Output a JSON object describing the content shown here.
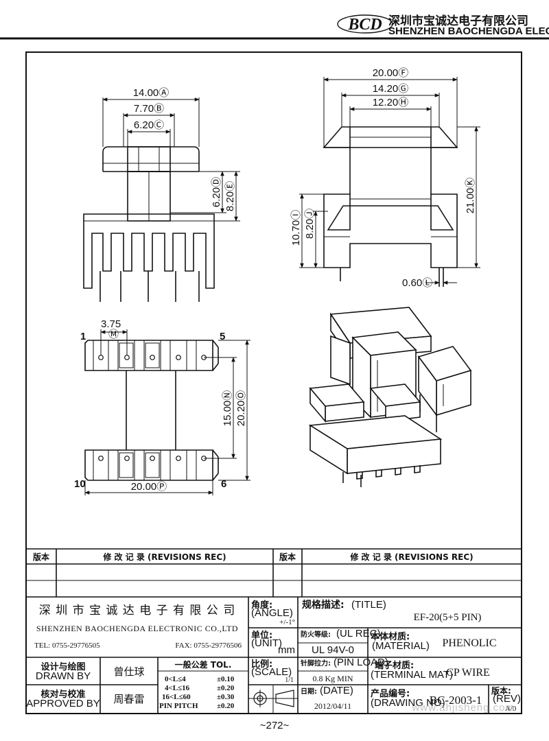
{
  "header": {
    "logo_text": "BCD",
    "company_cn": "深圳市宝诚达电子有限公司",
    "company_en": "SHENZHEN BAOCHENGDA ELECTRONIC.,LTD"
  },
  "dimensions": {
    "a": "14.00Ⓐ",
    "b": "7.70Ⓑ",
    "c": "6.20Ⓒ",
    "d": "6.20Ⓓ",
    "e": "8.20Ⓔ",
    "f": "20.00Ⓕ",
    "g": "14.20Ⓖ",
    "h": "12.20Ⓗ",
    "i": "10.70Ⓘ",
    "j": "8.20Ⓙ",
    "k": "21.00Ⓚ",
    "l": "0.60Ⓛ",
    "m": "3.75",
    "m_mark": "Ⓜ",
    "n": "15.00Ⓝ",
    "o": "20.20Ⓞ",
    "p": "20.00Ⓟ"
  },
  "pins": {
    "p1": "1",
    "p5": "5",
    "p6": "6",
    "p10": "10"
  },
  "title_block": {
    "rev_label": "版本",
    "rev_title": "修 改 记 录 (REVISIONS REC)",
    "company_cn": "深 圳 市 宝 诚 达 电 子 有 限 公 司",
    "company_en": "SHENZHEN BAOCHENGDA ELECTRONIC CO.,LTD",
    "tel": "TEL: 0755-29776505",
    "fax": "FAX: 0755-29776506",
    "angle_label": "角度:",
    "angle_en": "(ANGLE)",
    "angle_value": "+/-1°",
    "unit_label": "单位:",
    "unit_en": "(UNIT)",
    "unit_value": "mm",
    "scale_label": "比例:",
    "scale_en": "(SCALE)",
    "scale_value": "1/1",
    "title_label": "规格描述:",
    "title_en": "(TITLE)",
    "title_value": "EF-20(5+5 PIN)",
    "ul_label": "防火等级:",
    "ul_en": "(UL REC)",
    "ul_value": "UL 94V-0",
    "material_label": "本体材质:",
    "material_en": "(MATERIAL)",
    "material_value": "PHENOLIC",
    "pin_load_label": "针脚拉力:",
    "pin_load_en": "(PIN LOAD)",
    "pin_load_value": "0.8 Kg MIN",
    "terminal_label": "端子材质:",
    "terminal_en": "(TERMINAL MAT)",
    "terminal_value": "CP WIRE",
    "date_label": "日期:",
    "date_en": "(DATE)",
    "date_value": "2012/04/11",
    "drawing_no_label": "产品编号:",
    "drawing_no_en": "(DRAWING NO)",
    "drawing_no_value": "BC-2003-1",
    "rev_no_label": "版本:",
    "rev_no_en": "(REV)",
    "rev_no_value": "A/0",
    "drawn_label": "设计与绘图",
    "drawn_en": "DRAWN BY",
    "drawn_value": "曾仕球",
    "approved_label": "核对与校准",
    "approved_en": "APPROVED BY",
    "approved_value": "周春雷",
    "tol_title": "一般公差 TOL.",
    "tol_rows": [
      {
        "range": "0<L≤4",
        "value": "±0.10"
      },
      {
        "range": "4<L≤16",
        "value": "±0.20"
      },
      {
        "range": "16<L≤60",
        "value": "±0.30"
      },
      {
        "range": "PIN PITCH",
        "value": "±0.20"
      }
    ]
  },
  "watermark": "www.ahjisheng.com",
  "page_number": "~272~"
}
